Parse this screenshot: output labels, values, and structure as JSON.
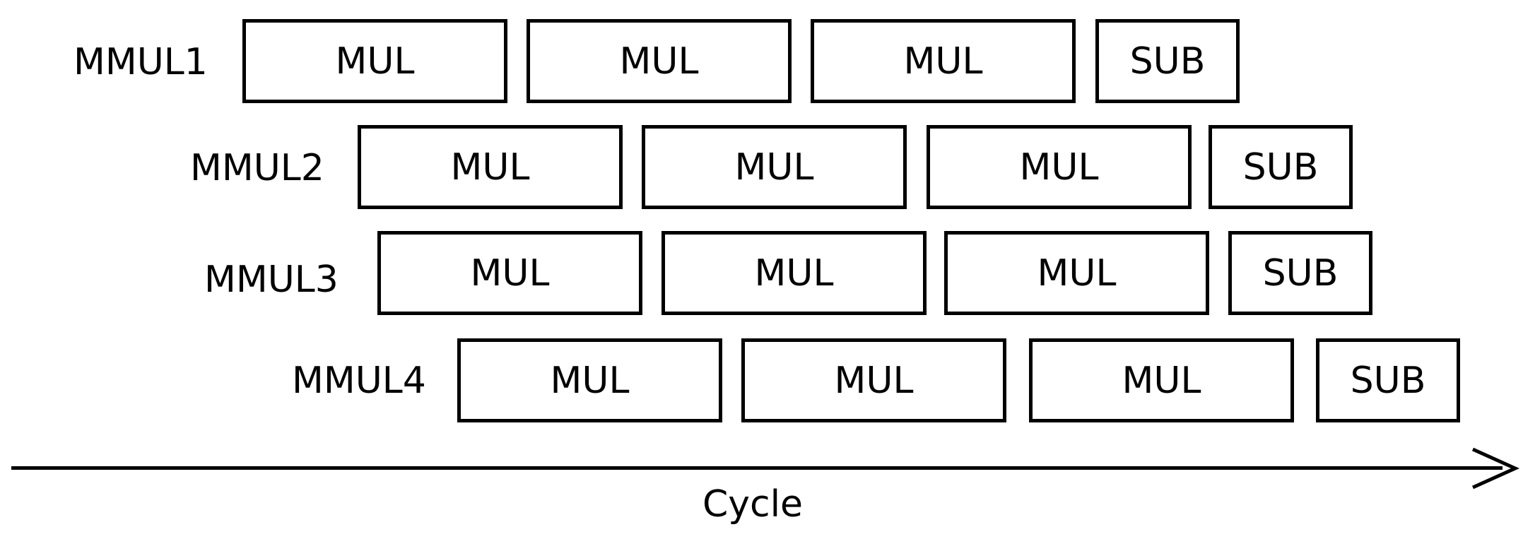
{
  "rows": [
    {
      "label": "MMUL1",
      "stages": [
        "MUL",
        "MUL",
        "MUL",
        "SUB"
      ]
    },
    {
      "label": "MMUL2",
      "stages": [
        "MUL",
        "MUL",
        "MUL",
        "SUB"
      ]
    },
    {
      "label": "MMUL3",
      "stages": [
        "MUL",
        "MUL",
        "MUL",
        "SUB"
      ]
    },
    {
      "label": "MMUL4",
      "stages": [
        "MUL",
        "MUL",
        "MUL",
        "SUB"
      ]
    }
  ],
  "axis": {
    "label": "Cycle"
  },
  "colors": {
    "stroke": "#000000",
    "background": "#ffffff"
  }
}
